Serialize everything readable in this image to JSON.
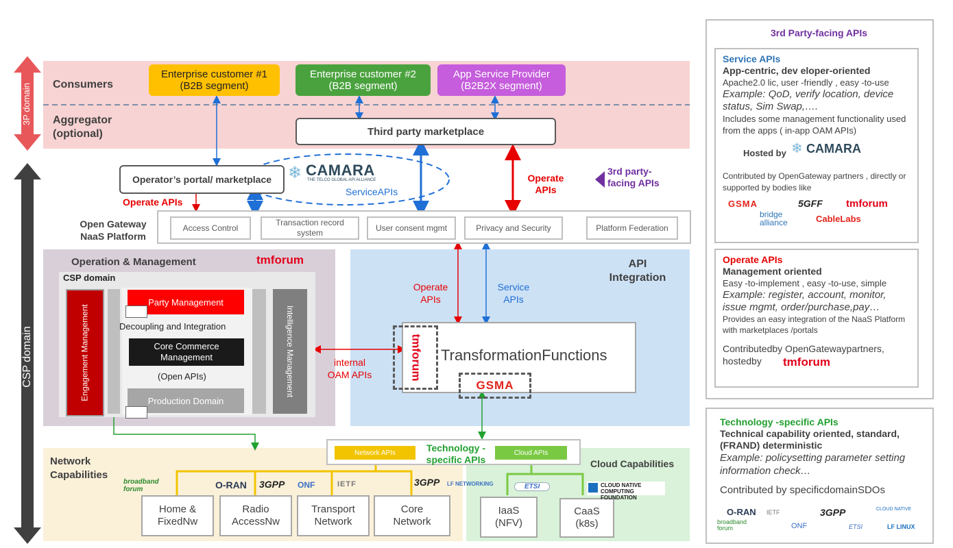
{
  "consumers": {
    "label": "Consumers",
    "aggregator_label": "Aggregator (optional)",
    "domain_3p": "3P domain",
    "enterprise1": {
      "title": "Enterprise customer #1",
      "subtitle": "(B2B segment)"
    },
    "enterprise2": {
      "title": "Enterprise customer #2",
      "subtitle": "(B2B segment)"
    },
    "app_provider": {
      "title": "App Service Provider",
      "subtitle": "(B2B2X segment)"
    },
    "marketplace": "Third party marketplace"
  },
  "csp_domain": "CSP domain",
  "operator_portal": "Operator’s portal/ marketplace",
  "camara_logo": "CAMARA",
  "camara_tagline": "THE TELCO GLOBAL API ALLIANCE",
  "service_apis_bubble": "ServiceAPIs",
  "operate_apis_left": "Operate APIs",
  "operate_apis_right": "Operate APIs",
  "third_party_facing_marker": "3rd party-facing APIs",
  "open_gateway": {
    "label": "Open Gateway NaaS Platform",
    "modules": [
      "Access Control",
      "Transaction record system",
      "User consent mgmt",
      "Privacy and Security",
      "Platform Federation"
    ]
  },
  "om": {
    "title": "Operation & Management",
    "tmforum": "tmforum",
    "csp_domain": "CSP domain",
    "engagement": "Engagement Management",
    "party": "Party Management",
    "decoupling": "Decoupling and Integration",
    "core_commerce": "Core Commerce Management",
    "open_apis": "(Open APIs)",
    "production": "Production Domain",
    "intelligence": "Intelligence Management",
    "internal_oam": "internal OAM APIs"
  },
  "api_integration": {
    "title": "API Integration",
    "operate_apis": "Operate APIs",
    "service_apis": "Service APIs",
    "transformation": "TransformationFunctions",
    "tmforum": "tmforum",
    "gsma": "GSMA"
  },
  "technology_specific": "Technology - specific APIs",
  "network": {
    "label": "Network Capabilities",
    "network_apis": "Network APIs",
    "cloud_apis": "Cloud APIs",
    "cloud_label": "Cloud Capabilities",
    "boxes": [
      {
        "line1": "Home &",
        "line2": "FixedNw"
      },
      {
        "line1": "Radio",
        "line2": "AccessNw"
      },
      {
        "line1": "Transport",
        "line2": "Network"
      },
      {
        "line1": "Core",
        "line2": "Network"
      }
    ],
    "cloud_boxes": [
      {
        "line1": "IaaS",
        "line2": "(NFV)"
      },
      {
        "line1": "CaaS",
        "line2": "(k8s)"
      }
    ],
    "logos": [
      "broadband forum",
      "O-RAN",
      "3GPP",
      "ONF",
      "IETF",
      "3GPP",
      "LF NETWORKING",
      "ETSI",
      "CLOUD NATIVE COMPUTING FOUNDATION"
    ]
  },
  "right_panel": {
    "title": "3rd Party-facing APIs",
    "service": {
      "heading": "Service APIs",
      "subheading": "App-centric, dev eloper-oriented",
      "line1": "Apache2.0 lic, user  -friendly , easy -to-use",
      "example": "Example: QoD, verify location, device status, Sim Swap,….",
      "line2": "Includes  some management  functionality used from the apps ( in-app OAM APIs)",
      "hosted": "Hosted  by",
      "camara": "CAMARA",
      "contrib": "Contributed  by OpenGateway partners , directly or supported  by bodies like",
      "logos": [
        "GSMA",
        "5GFF",
        "tmforum",
        "bridge alliance",
        "CableLabs"
      ]
    },
    "operate": {
      "heading": "Operate APIs",
      "subheading": "Management  oriented",
      "line1": "Easy -to-implement , easy -to-use, simple",
      "example": "Example: register, account, monitor, issue mgmt, order/purchase,pay…",
      "line2": "Provides  an easy integration  of the NaaS Platform  with marketplaces /portals",
      "contrib": "Contributedby OpenGatewaypartners, hostedby",
      "logo": "tmforum"
    }
  },
  "tech_panel": {
    "heading": "Technology -specific APIs",
    "subheading": "Technical  capability oriented, standard, (FRAND) deterministic",
    "example": "Example: policysetting parameter setting information check…",
    "contrib": "Contributed by specificdomainSDOs",
    "logos": [
      "O-RAN",
      "IETF",
      "3GPP",
      "CLOUD NATIVE",
      "broadband forum",
      "ONF",
      "ETSI",
      "LF LINUX"
    ]
  },
  "colors": {
    "consumers_bg": "#f8d3d3",
    "om_bg": "#d9cfd9",
    "api_bg": "#cde1f5",
    "network_bg": "#fbf1d9",
    "cloud_bg": "#d9f2d9",
    "ent1": "#ffc000",
    "ent2": "#4aa23e",
    "app": "#c55ddc",
    "red": "#e60000",
    "blue": "#1f6fd6",
    "green": "#22a030",
    "purple": "#7030a0"
  }
}
